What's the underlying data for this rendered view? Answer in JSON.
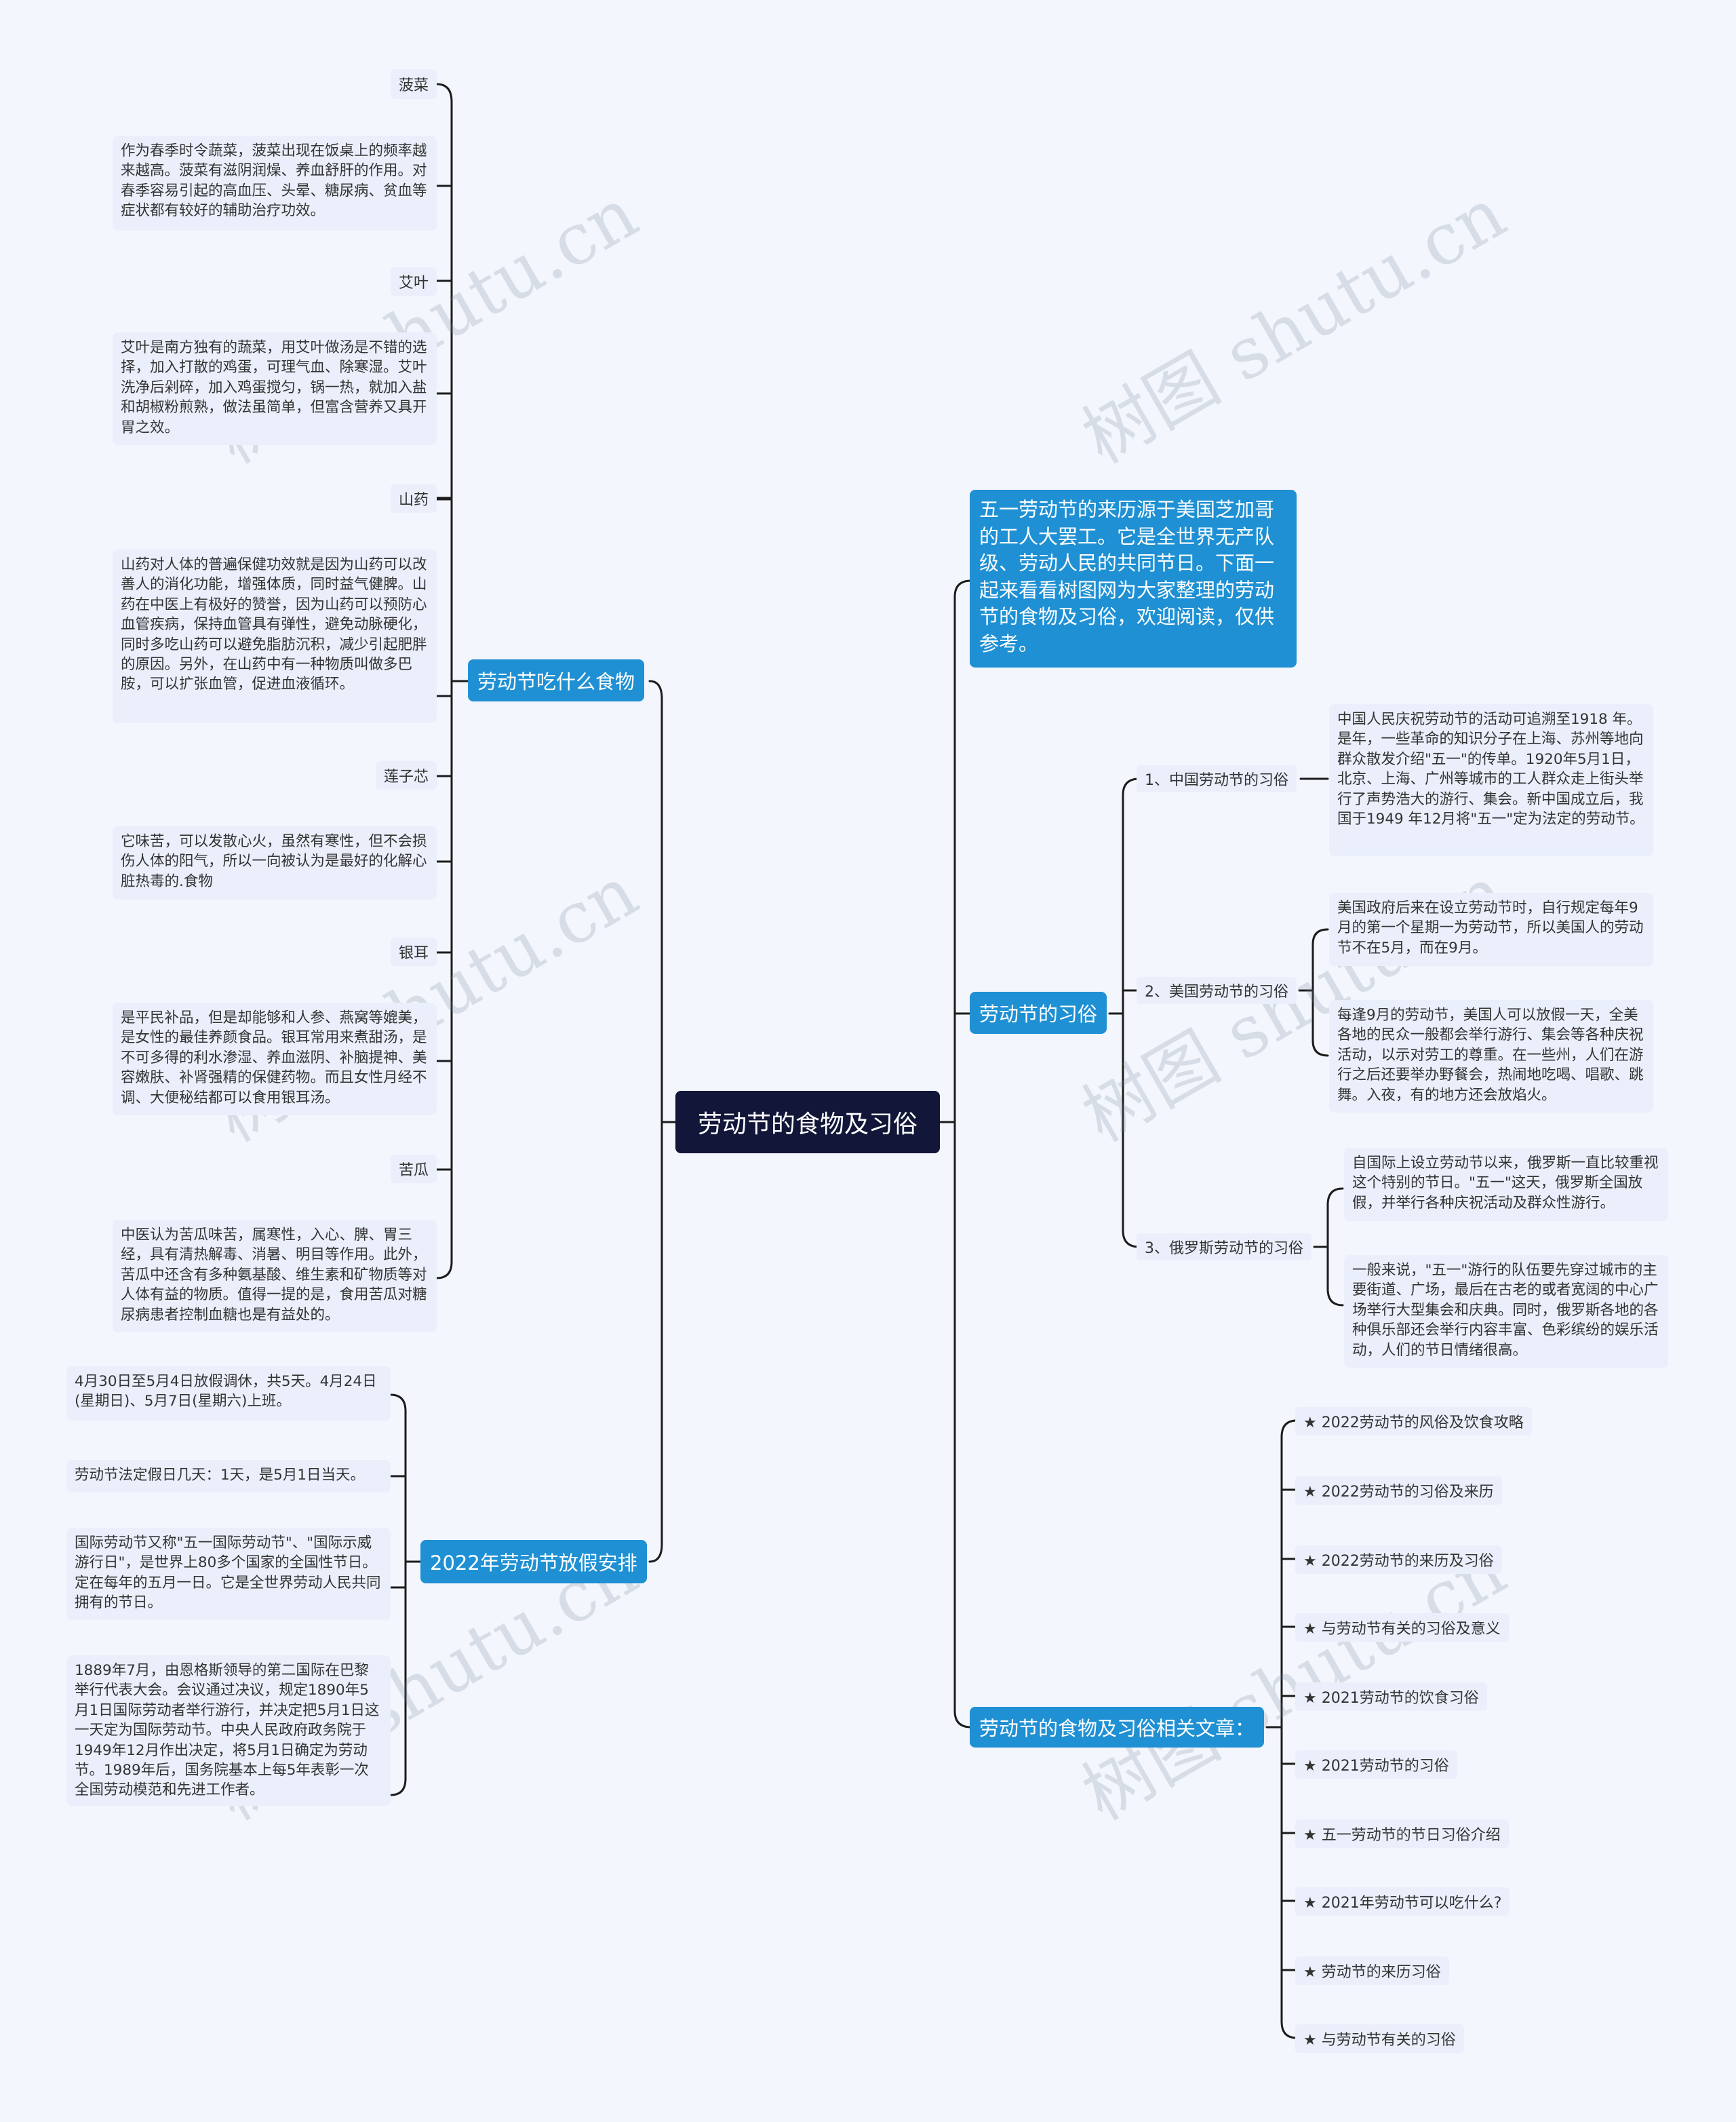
{
  "watermark": "树图 shutu.cn",
  "root": "劳动节的食物及习俗",
  "intro": "五一劳动节的来历源于美国芝加哥的工人大罢工。它是全世界无产队级、劳动人民的共同节日。下面一起来看看树图网为大家整理的劳动节的食物及习俗，欢迎阅读，仅供参考。",
  "food": {
    "title": "劳动节吃什么食物",
    "items": [
      {
        "name": "菠菜",
        "desc": "作为春季时令蔬菜，菠菜出现在饭桌上的频率越来越高。菠菜有滋阴润燥、养血舒肝的作用。对春季容易引起的高血压、头晕、糖尿病、贫血等症状都有较好的辅助治疗功效。"
      },
      {
        "name": "艾叶",
        "desc": "艾叶是南方独有的蔬菜，用艾叶做汤是不错的选择，加入打散的鸡蛋，可理气血、除寒湿。艾叶洗净后剁碎，加入鸡蛋搅匀，锅一热，就加入盐和胡椒粉煎熟，做法虽简单，但富含营养又具开胃之效。"
      },
      {
        "name": "山药",
        "desc": "山药对人体的普遍保健功效就是因为山药可以改善人的消化功能，增强体质，同时益气健脾。山药在中医上有极好的赞誉，因为山药可以预防心血管疾病，保持血管具有弹性，避免动脉硬化，同时多吃山药可以避免脂肪沉积，减少引起肥胖的原因。另外，在山药中有一种物质叫做多巴胺，可以扩张血管，促进血液循环。"
      },
      {
        "name": "莲子芯",
        "desc": "它味苦，可以发散心火，虽然有寒性，但不会损伤人体的阳气，所以一向被认为是最好的化解心脏热毒的.食物"
      },
      {
        "name": "银耳",
        "desc": "是平民补品，但是却能够和人参、燕窝等媲美，是女性的最佳养颜食品。银耳常用来煮甜汤，是不可多得的利水渗湿、养血滋阴、补脑提神、美容嫩肤、补肾强精的保健药物。而且女性月经不调、大便秘结都可以食用银耳汤。"
      },
      {
        "name": "苦瓜",
        "desc": "中医认为苦瓜味苦，属寒性，入心、脾、胃三经，具有清热解毒、消暑、明目等作用。此外，苦瓜中还含有多种氨基酸、维生素和矿物质等对人体有益的物质。值得一提的是，食用苦瓜对糖尿病患者控制血糖也是有益处的。"
      }
    ]
  },
  "holiday": {
    "title": "2022年劳动节放假安排",
    "items": [
      "4月30日至5月4日放假调休，共5天。4月24日(星期日)、5月7日(星期六)上班。",
      "劳动节法定假日几天：1天，是5月1日当天。",
      "国际劳动节又称\"五一国际劳动节\"、\"国际示威游行日\"，是世界上80多个国家的全国性节日。定在每年的五月一日。它是全世界劳动人民共同拥有的节日。",
      "1889年7月，由恩格斯领导的第二国际在巴黎举行代表大会。会议通过决议，规定1890年5月1日国际劳动者举行游行，并决定把5月1日这一天定为国际劳动节。中央人民政府政务院于1949年12月作出决定，将5月1日确定为劳动节。1989年后，国务院基本上每5年表彰一次全国劳动模范和先进工作者。"
    ]
  },
  "customs": {
    "title": "劳动节的习俗",
    "items": [
      {
        "name": "1、中国劳动节的习俗",
        "descs": [
          "中国人民庆祝劳动节的活动可追溯至1918 年。是年，一些革命的知识分子在上海、苏州等地向群众散发介绍\"五一\"的传单。1920年5月1日，北京、上海、广州等城市的工人群众走上街头举行了声势浩大的游行、集会。新中国成立后，我国于1949 年12月将\"五一\"定为法定的劳动节。"
        ]
      },
      {
        "name": "2、美国劳动节的习俗",
        "descs": [
          "美国政府后来在设立劳动节时，自行规定每年9月的第一个星期一为劳动节，所以美国人的劳动节不在5月，而在9月。",
          "每逢9月的劳动节，美国人可以放假一天，全美各地的民众一般都会举行游行、集会等各种庆祝活动，以示对劳工的尊重。在一些州，人们在游行之后还要举办野餐会，热闹地吃喝、唱歌、跳舞。入夜，有的地方还会放焰火。"
        ]
      },
      {
        "name": "3、俄罗斯劳动节的习俗",
        "descs": [
          "自国际上设立劳动节以来，俄罗斯一直比较重视这个特别的节日。\"五一\"这天，俄罗斯全国放假，并举行各种庆祝活动及群众性游行。",
          "一般来说，\"五一\"游行的队伍要先穿过城市的主要街道、广场，最后在古老的或者宽阔的中心广场举行大型集会和庆典。同时，俄罗斯各地的各种俱乐部还会举行内容丰富、色彩缤纷的娱乐活动，人们的节日情绪很高。"
        ]
      }
    ]
  },
  "articles": {
    "title": "劳动节的食物及习俗相关文章：",
    "items": [
      "★ 2022劳动节的风俗及饮食攻略",
      "★ 2022劳动节的习俗及来历",
      "★ 2022劳动节的来历及习俗",
      "★ 与劳动节有关的习俗及意义",
      "★ 2021劳动节的饮食习俗",
      "★ 2021劳动节的习俗",
      "★ 五一劳动节的节日习俗介绍",
      "★ 2021年劳动节可以吃什么?",
      "★ 劳动节的来历习俗",
      "★ 与劳动节有关的习俗"
    ]
  }
}
